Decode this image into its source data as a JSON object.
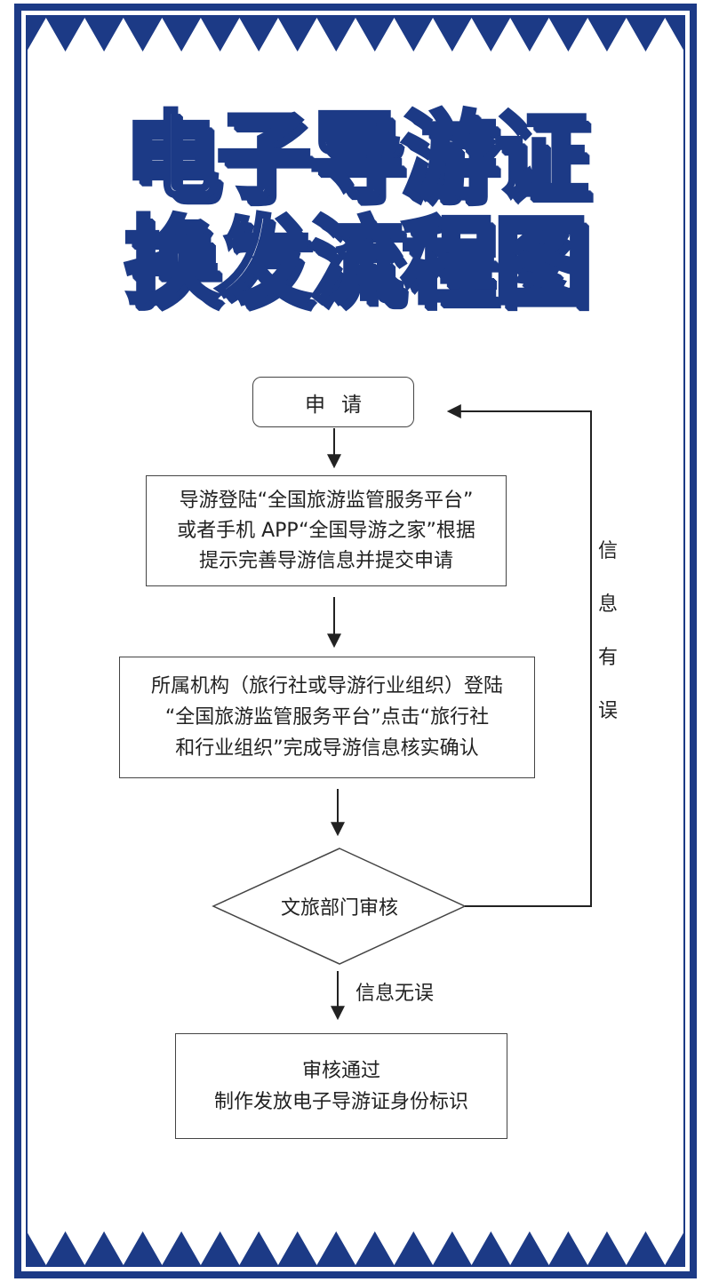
{
  "title": {
    "line1": "电子导游证",
    "line2": "换发流程图"
  },
  "flow": {
    "start": "申请",
    "step1": [
      "导游登陆“全国旅游监管服务平台”",
      "或者手机 APP“全国导游之家”根据",
      "提示完善导游信息并提交申请"
    ],
    "step2": [
      "所属机构（旅行社或导游行业组织）登陆",
      "“全国旅游监管服务平台”点击“旅行社",
      "和行业组织”完成导游信息核实确认"
    ],
    "review": "文旅部门审核",
    "error_label": [
      "信",
      "息",
      "有",
      "误"
    ],
    "ok_label": "信息无误",
    "end": [
      "审核通过",
      "制作发放电子导游证身份标识"
    ]
  },
  "colors": {
    "border": "#1c3a86",
    "title_fill": "#ffffff",
    "line": "#333333"
  }
}
